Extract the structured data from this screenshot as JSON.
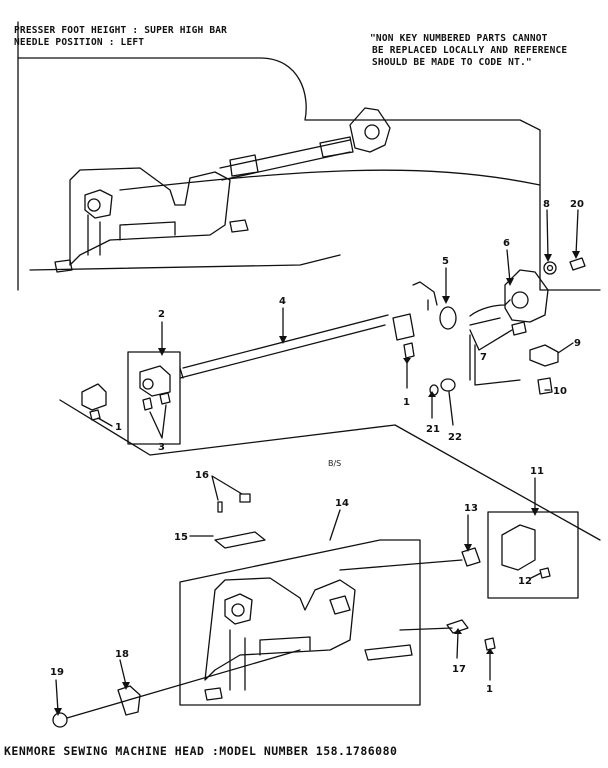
{
  "header": {
    "presser_foot": "PRESSER FOOT HEIGHT : SUPER HIGH BAR",
    "needle_position": "NEEDLE POSITION : LEFT",
    "note_line1": "\"NON KEY NUMBERED PARTS CANNOT",
    "note_line2": "BE REPLACED LOCALLY AND REFERENCE",
    "note_line3": "SHOULD BE MADE TO CODE NT.\""
  },
  "page_code": "B/S",
  "footer": "KENMORE SEWING MACHINE HEAD :MODEL NUMBER 158.1786080",
  "callouts": [
    "1",
    "2",
    "3",
    "4",
    "5",
    "6",
    "7",
    "8",
    "9",
    "10",
    "11",
    "12",
    "13",
    "14",
    "15",
    "16",
    "17",
    "18",
    "19",
    "20",
    "21",
    "22"
  ]
}
